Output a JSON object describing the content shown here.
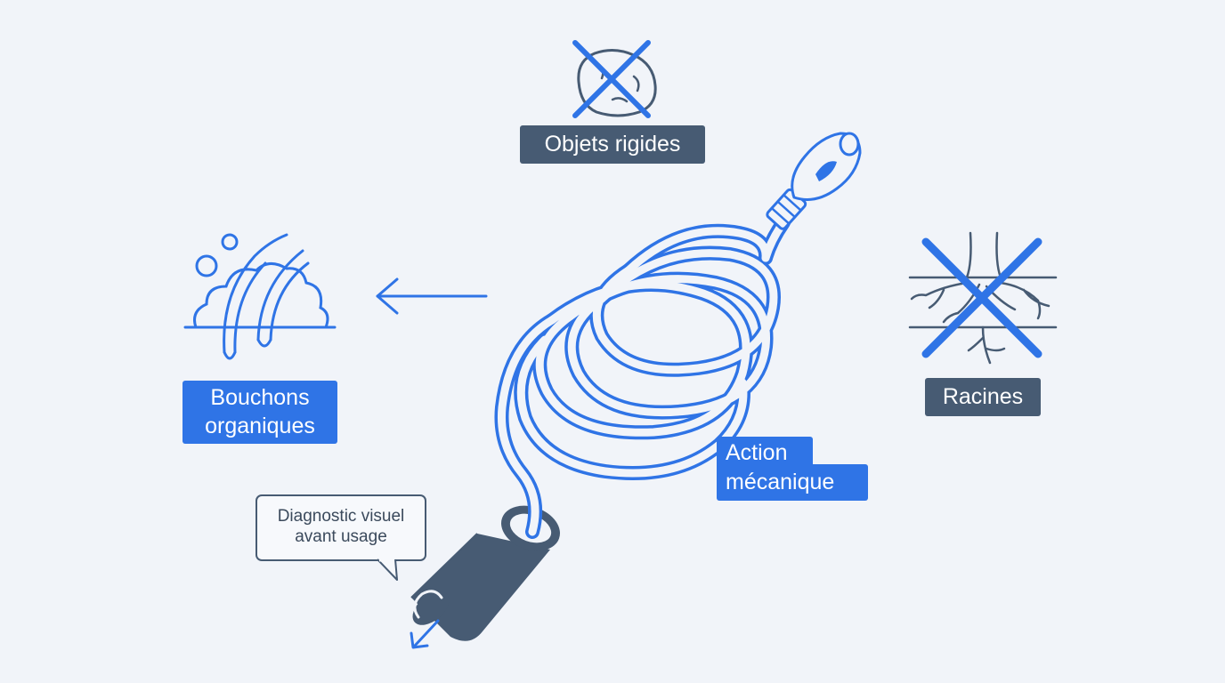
{
  "labels": {
    "rigid_objects": "Objets rigides",
    "organic_clogs": [
      "Bouchons",
      "organiques"
    ],
    "roots": "Racines",
    "mechanical_action": [
      "Action",
      "mécanique"
    ]
  },
  "callout": {
    "lines": [
      "Diagnostic visuel",
      "avant usage"
    ]
  },
  "colors": {
    "background": "#f1f4f9",
    "accent_blue": "#2f74e6",
    "slate": "#475b73",
    "line_dark": "#3b4a5c"
  },
  "icons": [
    "rock-crossed-icon",
    "hair-clog-icon",
    "roots-crossed-icon",
    "drain-snake-icon",
    "pipe-icon"
  ]
}
